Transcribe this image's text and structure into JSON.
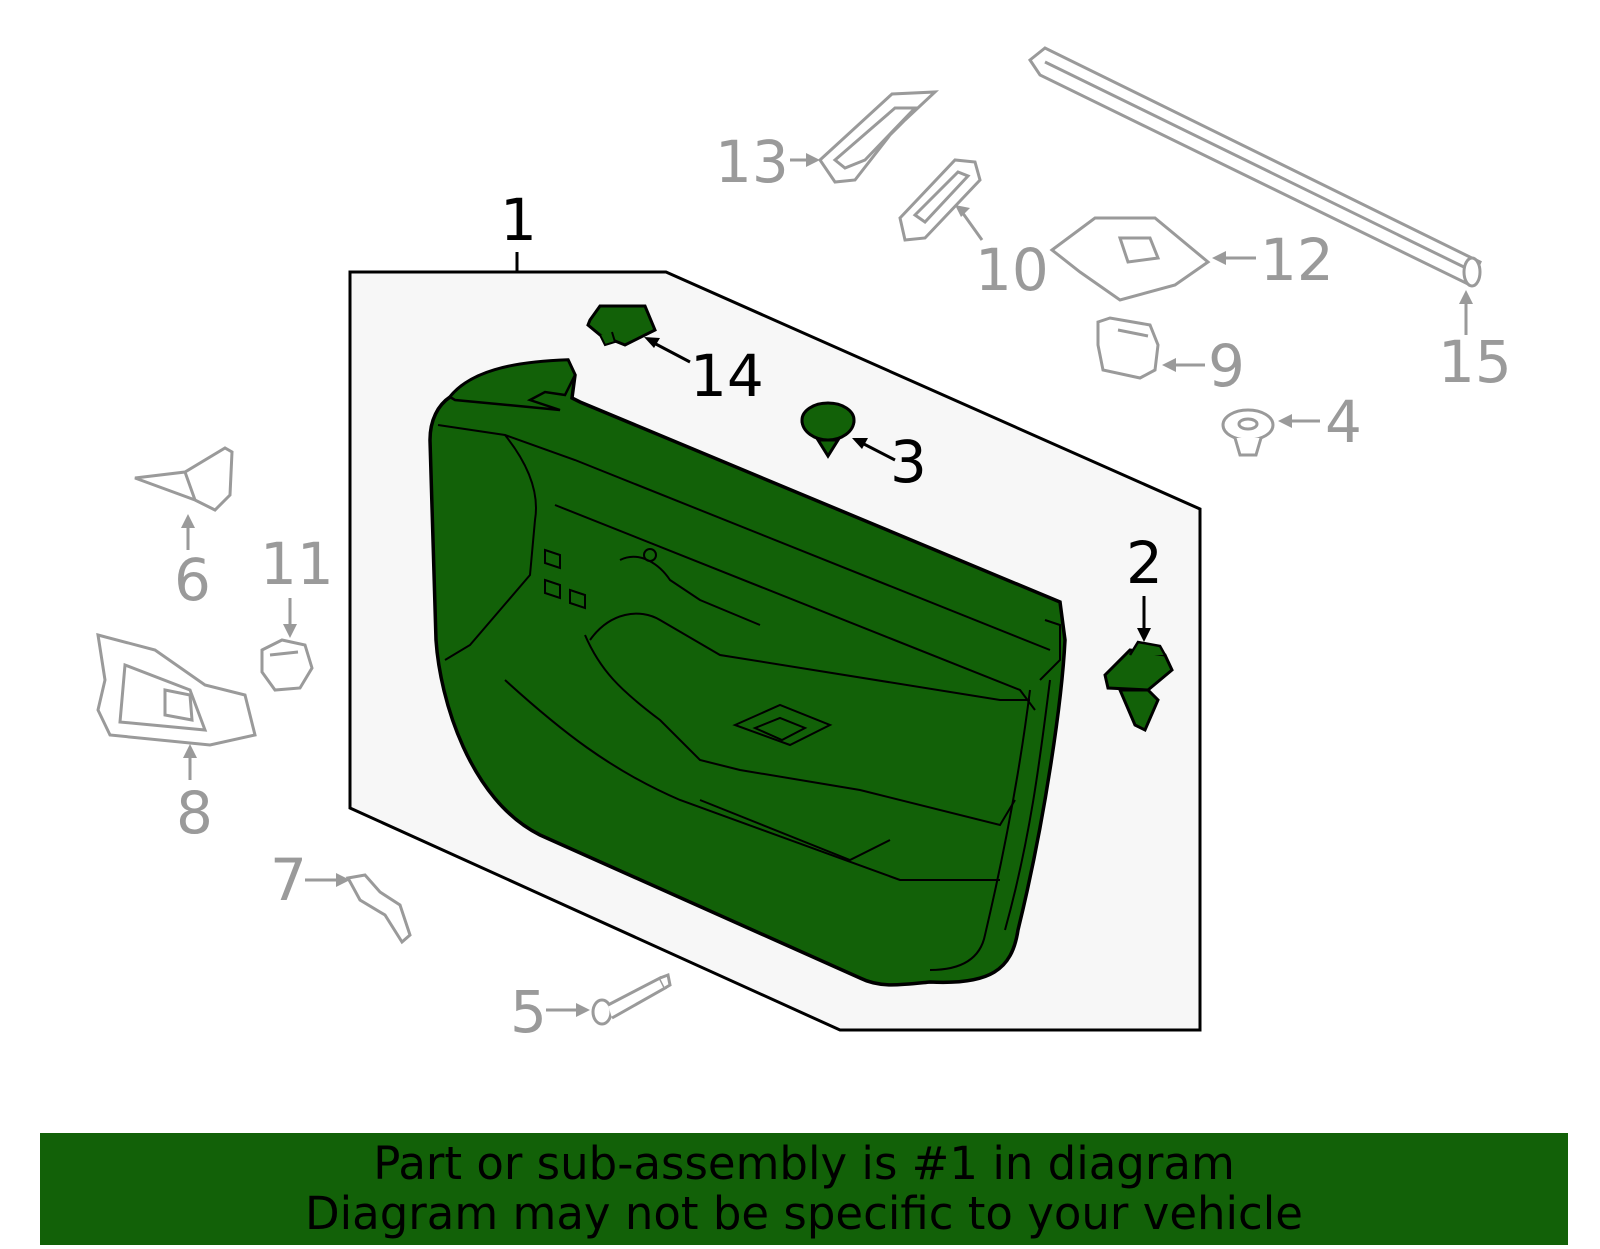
{
  "colors": {
    "highlight": "#126108",
    "other_parts": "#9a9a9a",
    "box_fill": "#f7f7f7"
  },
  "callouts": [
    {
      "id": "1",
      "label": "1",
      "highlighted": true
    },
    {
      "id": "2",
      "label": "2",
      "highlighted": true
    },
    {
      "id": "3",
      "label": "3",
      "highlighted": true
    },
    {
      "id": "4",
      "label": "4",
      "highlighted": false
    },
    {
      "id": "5",
      "label": "5",
      "highlighted": false
    },
    {
      "id": "6",
      "label": "6",
      "highlighted": false
    },
    {
      "id": "7",
      "label": "7",
      "highlighted": false
    },
    {
      "id": "8",
      "label": "8",
      "highlighted": false
    },
    {
      "id": "9",
      "label": "9",
      "highlighted": false
    },
    {
      "id": "10",
      "label": "10",
      "highlighted": false
    },
    {
      "id": "11",
      "label": "11",
      "highlighted": false
    },
    {
      "id": "12",
      "label": "12",
      "highlighted": false
    },
    {
      "id": "13",
      "label": "13",
      "highlighted": false
    },
    {
      "id": "14",
      "label": "14",
      "highlighted": true
    },
    {
      "id": "15",
      "label": "15",
      "highlighted": false
    }
  ],
  "banner": {
    "line1": "Part or sub-assembly is #1 in diagram",
    "line2": "Diagram may not be specific to your vehicle"
  }
}
